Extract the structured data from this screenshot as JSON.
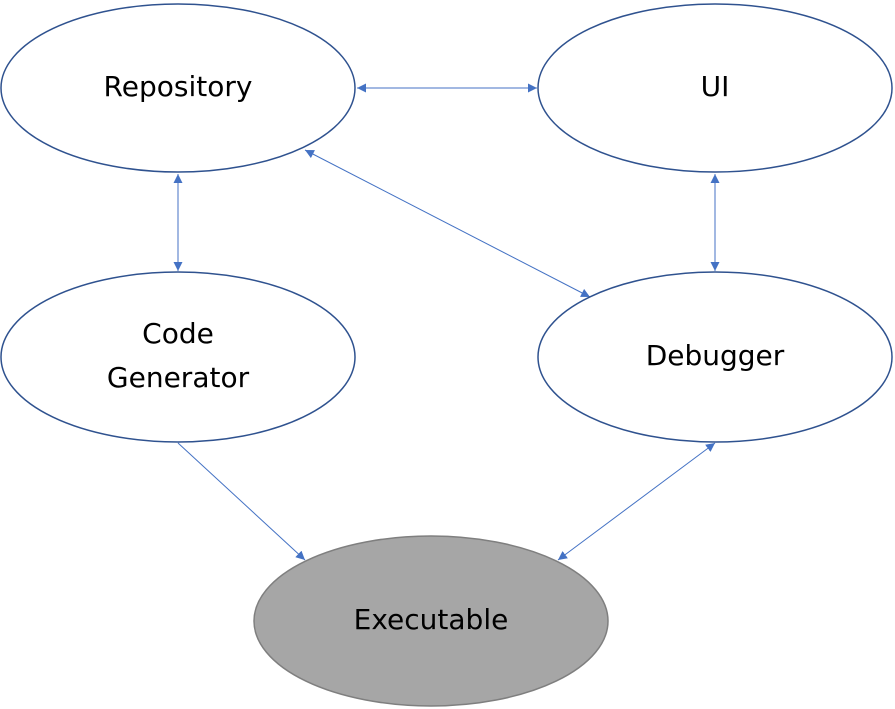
{
  "colors": {
    "node_border": "#2f528f",
    "node_fill": "#ffffff",
    "highlight_fill": "#a6a6a6",
    "highlight_border": "#7f7f7f",
    "edge": "#4472c4",
    "text": "#000000"
  },
  "nodes": [
    {
      "id": "repository",
      "lines": [
        "Repository"
      ],
      "highlight": false
    },
    {
      "id": "ui",
      "lines": [
        "UI"
      ],
      "highlight": false
    },
    {
      "id": "code_generator",
      "lines": [
        "Code",
        "Generator"
      ],
      "highlight": false
    },
    {
      "id": "debugger",
      "lines": [
        "Debugger"
      ],
      "highlight": false
    },
    {
      "id": "executable",
      "lines": [
        "Executable"
      ],
      "highlight": true
    }
  ],
  "edges": [
    {
      "from": "repository",
      "to": "ui",
      "direction": "both"
    },
    {
      "from": "repository",
      "to": "code_generator",
      "direction": "both"
    },
    {
      "from": "repository",
      "to": "debugger",
      "direction": "both"
    },
    {
      "from": "ui",
      "to": "debugger",
      "direction": "both"
    },
    {
      "from": "code_generator",
      "to": "executable",
      "direction": "forward"
    },
    {
      "from": "debugger",
      "to": "executable",
      "direction": "both"
    }
  ]
}
